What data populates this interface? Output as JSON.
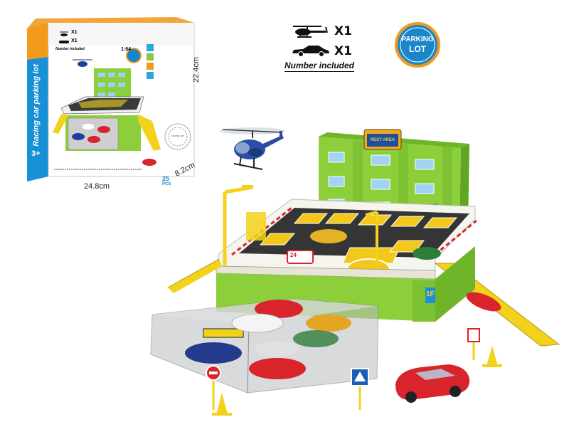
{
  "box": {
    "side_title": "Racing car parking lot",
    "age": "3+",
    "legend_heli": "X1",
    "legend_car": "X1",
    "legend_note": "Number included",
    "scale": "1:64",
    "pcs_count": "25",
    "pcs_label": "PCS",
    "sticker": "racing car"
  },
  "dimensions": {
    "width": "24.8cm",
    "depth": "8.2cm",
    "height": "22.4cm"
  },
  "legend": {
    "heli_count": "X1",
    "car_count": "X1",
    "note": "Number included"
  },
  "badge": {
    "line1": "PARKING",
    "line2": "LOT"
  },
  "toy": {
    "sign_text": "REST AREA",
    "deck_number": "24",
    "pillar_number": "1F"
  },
  "colors": {
    "building_green": "#8dcf3a",
    "dark_green": "#4e9a1e",
    "ramp_yellow": "#f2d21a",
    "deck_white": "#f6f4ee",
    "car_red": "#d8242a",
    "badge_blue": "#1a86c9",
    "badge_orange": "#f29a1c"
  }
}
